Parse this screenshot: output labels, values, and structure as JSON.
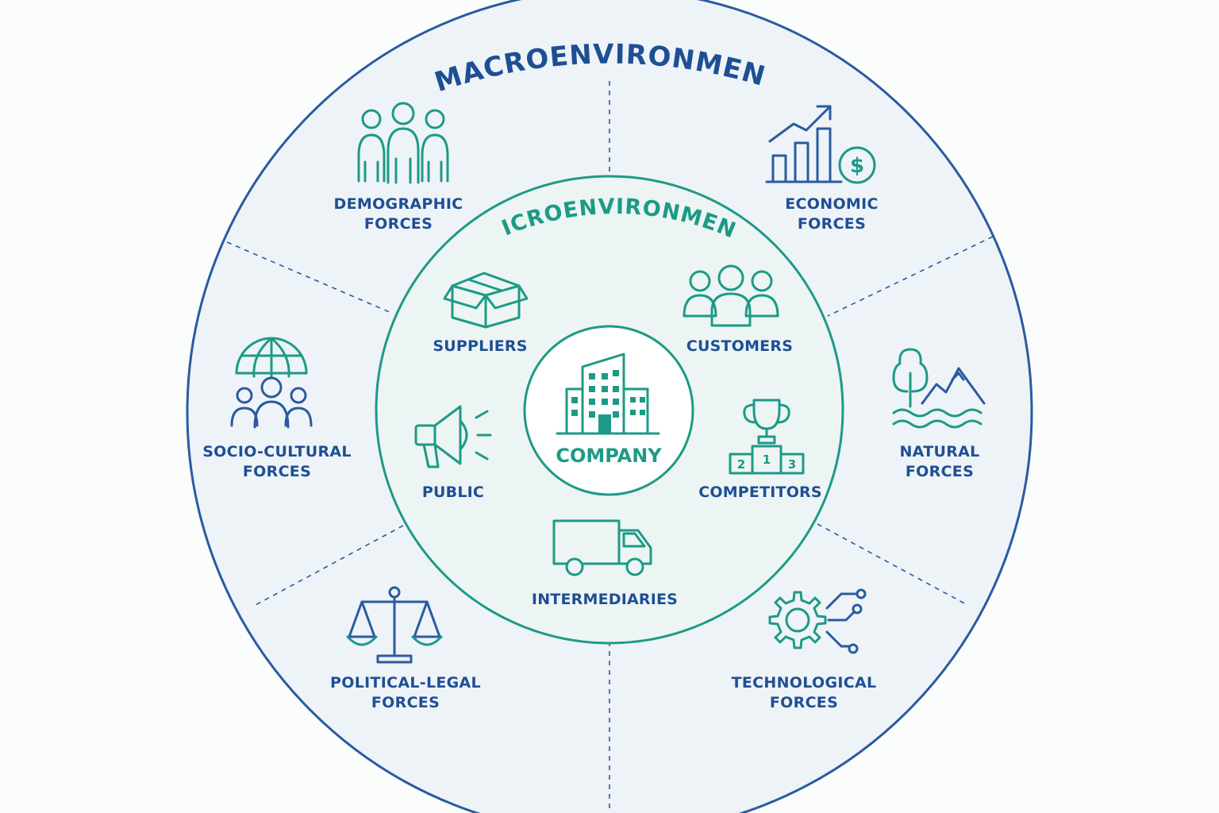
{
  "diagram": {
    "macro_title": "MACROENVIRONMENT",
    "micro_title": "MICROENVIRONMENT",
    "center_label": "COMPANY",
    "macro_forces": [
      {
        "line1": "DEMOGRAPHIC",
        "line2": "FORCES",
        "icon": "people-group-icon"
      },
      {
        "line1": "ECONOMIC",
        "line2": "FORCES",
        "icon": "chart-dollar-icon"
      },
      {
        "line1": "NATURAL",
        "line2": "FORCES",
        "icon": "tree-mountain-icon"
      },
      {
        "line1": "TECHNOLOGICAL",
        "line2": "FORCES",
        "icon": "gear-circuit-icon"
      },
      {
        "line1": "POLITICAL-LEGAL",
        "line2": "FORCES",
        "icon": "scales-icon"
      },
      {
        "line1": "SOCIO-CULTURAL",
        "line2": "FORCES",
        "icon": "globe-people-icon"
      }
    ],
    "micro_actors": [
      {
        "label": "SUPPLIERS",
        "icon": "box-icon"
      },
      {
        "label": "CUSTOMERS",
        "icon": "customers-icon"
      },
      {
        "label": "COMPETITORS",
        "icon": "trophy-podium-icon"
      },
      {
        "label": "INTERMEDIARIES",
        "icon": "truck-icon"
      },
      {
        "label": "PUBLIC",
        "icon": "megaphone-icon"
      }
    ],
    "podium_numbers": [
      "2",
      "1",
      "3"
    ],
    "dollar_symbol": "$",
    "colors": {
      "navy": "#1f4f93",
      "teal": "#1d9a86",
      "outer_fill": "#eef3f8",
      "inner_fill": "#ecf5f4"
    }
  }
}
